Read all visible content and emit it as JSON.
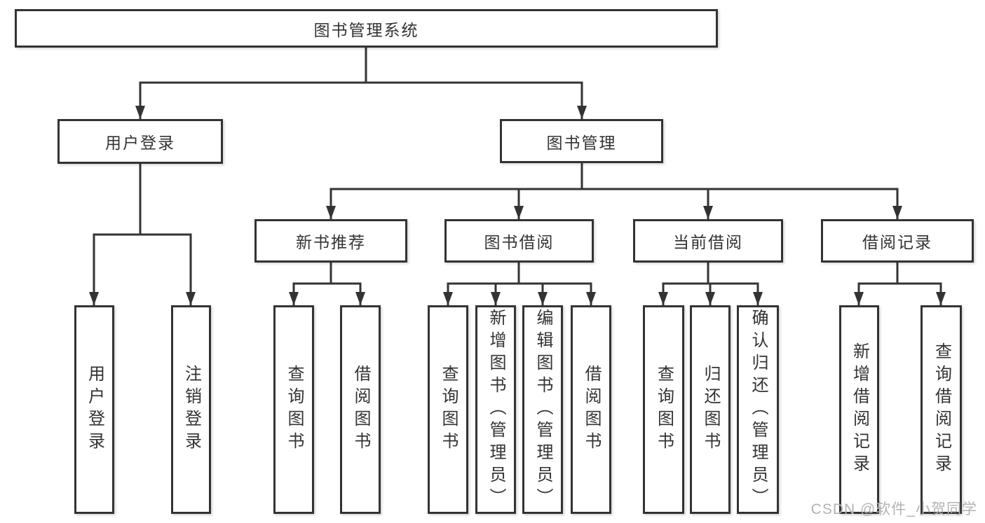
{
  "diagram": {
    "root": {
      "label": "图书管理系统"
    },
    "level1": [
      {
        "label": "用户登录"
      },
      {
        "label": "图书管理"
      }
    ],
    "level2": [
      {
        "label": "新书推荐"
      },
      {
        "label": "图书借阅"
      },
      {
        "label": "当前借阅"
      },
      {
        "label": "借阅记录"
      }
    ],
    "leaves": [
      {
        "label": "用户登录"
      },
      {
        "label": "注销登录"
      },
      {
        "label": "查询图书"
      },
      {
        "label": "借阅图书"
      },
      {
        "label": "查询图书"
      },
      {
        "label": "新增图书（管理员）"
      },
      {
        "label": "编辑图书（管理员）"
      },
      {
        "label": "借阅图书"
      },
      {
        "label": "查询图书"
      },
      {
        "label": "归还图书"
      },
      {
        "label": "确认归还（管理员）"
      },
      {
        "label": "新增借阅记录"
      },
      {
        "label": "查询借阅记录"
      }
    ]
  },
  "watermark": {
    "text": "CSDN @软件_小贺同学"
  },
  "colors": {
    "line": "#333333",
    "text": "#333333",
    "watermark": "#b3b3b3",
    "background": "#ffffff"
  }
}
